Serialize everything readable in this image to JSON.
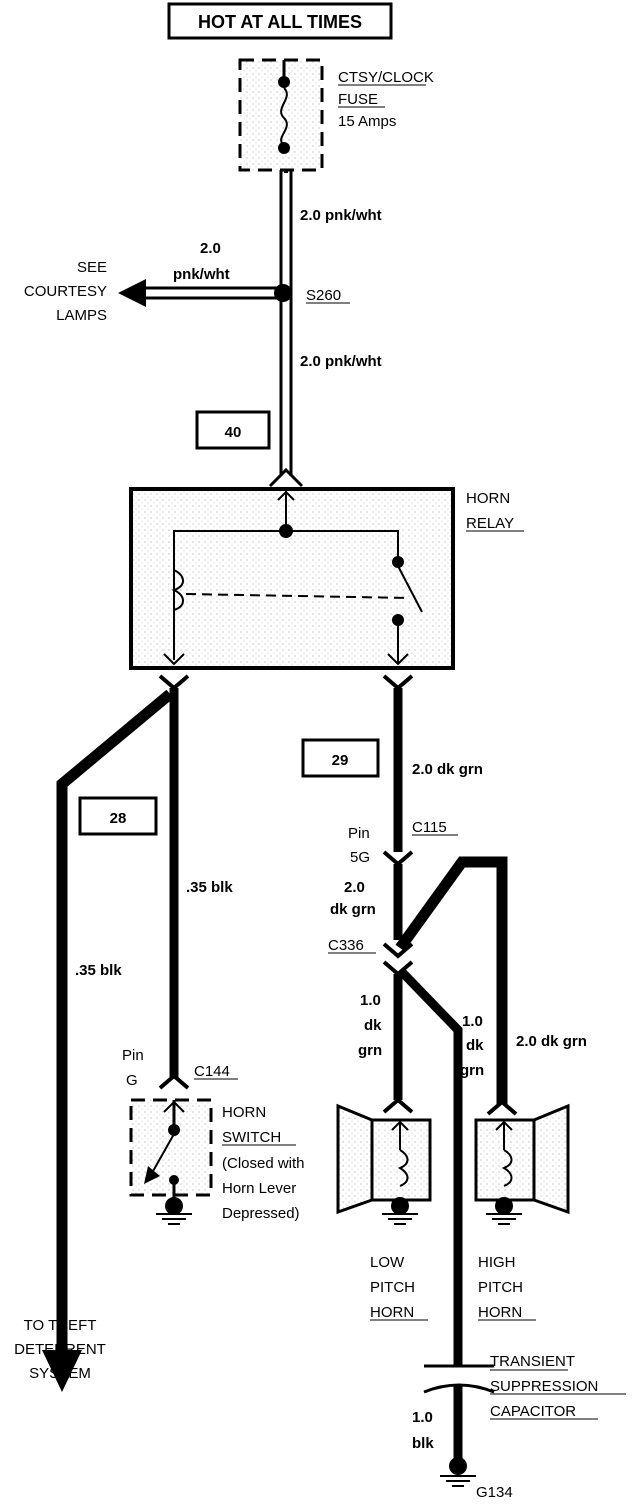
{
  "header": {
    "title": "HOT AT ALL TIMES"
  },
  "fuse": {
    "name_line1": "CTSY/CLOCK",
    "name_line2": "FUSE",
    "rating": "15 Amps"
  },
  "wires": {
    "top": "2.0 pnk/wht",
    "branch_gauge": "2.0",
    "branch_color": "pnk/wht",
    "below_splice": "2.0 pnk/wht",
    "relay_out_right": "2.0 dk grn",
    "left_mid_gauge": "2.0",
    "left_mid_color": "dk grn",
    "switch_wire": ".35 blk",
    "theft_wire": ".35 blk",
    "low_g": "1.0",
    "low_c1": "dk",
    "low_c2": "grn",
    "cap_g": "1.0",
    "cap_c1": "dk",
    "cap_c2": "grn",
    "high": "2.0 dk grn",
    "ground_g": "1.0",
    "ground_c": "blk"
  },
  "courtesy": {
    "line1": "SEE",
    "line2": "COURTESY",
    "line3": "LAMPS"
  },
  "splice": "S260",
  "circuits": {
    "c40": "40",
    "c29": "29",
    "c28": "28"
  },
  "relay": {
    "line1": "HORN",
    "line2": "RELAY"
  },
  "connectors": {
    "c115": "C115",
    "c115_pin1": "Pin",
    "c115_pin2": "5G",
    "c336": "C336",
    "c144": "C144",
    "c144_pin1": "Pin",
    "c144_pin2": "G"
  },
  "horn_switch": {
    "line1": "HORN",
    "line2": "SWITCH",
    "note1": "(Closed with",
    "note2": "Horn Lever",
    "note3": "Depressed)"
  },
  "low_horn": {
    "line1": "LOW",
    "line2": "PITCH",
    "line3": "HORN"
  },
  "high_horn": {
    "line1": "HIGH",
    "line2": "PITCH",
    "line3": "HORN"
  },
  "theft": {
    "line1": "TO THEFT",
    "line2": "DETERRENT",
    "line3": "SYSTEM"
  },
  "capacitor": {
    "line1": "TRANSIENT",
    "line2": "SUPPRESSION",
    "line3": "CAPACITOR"
  },
  "ground": {
    "id": "G134"
  }
}
